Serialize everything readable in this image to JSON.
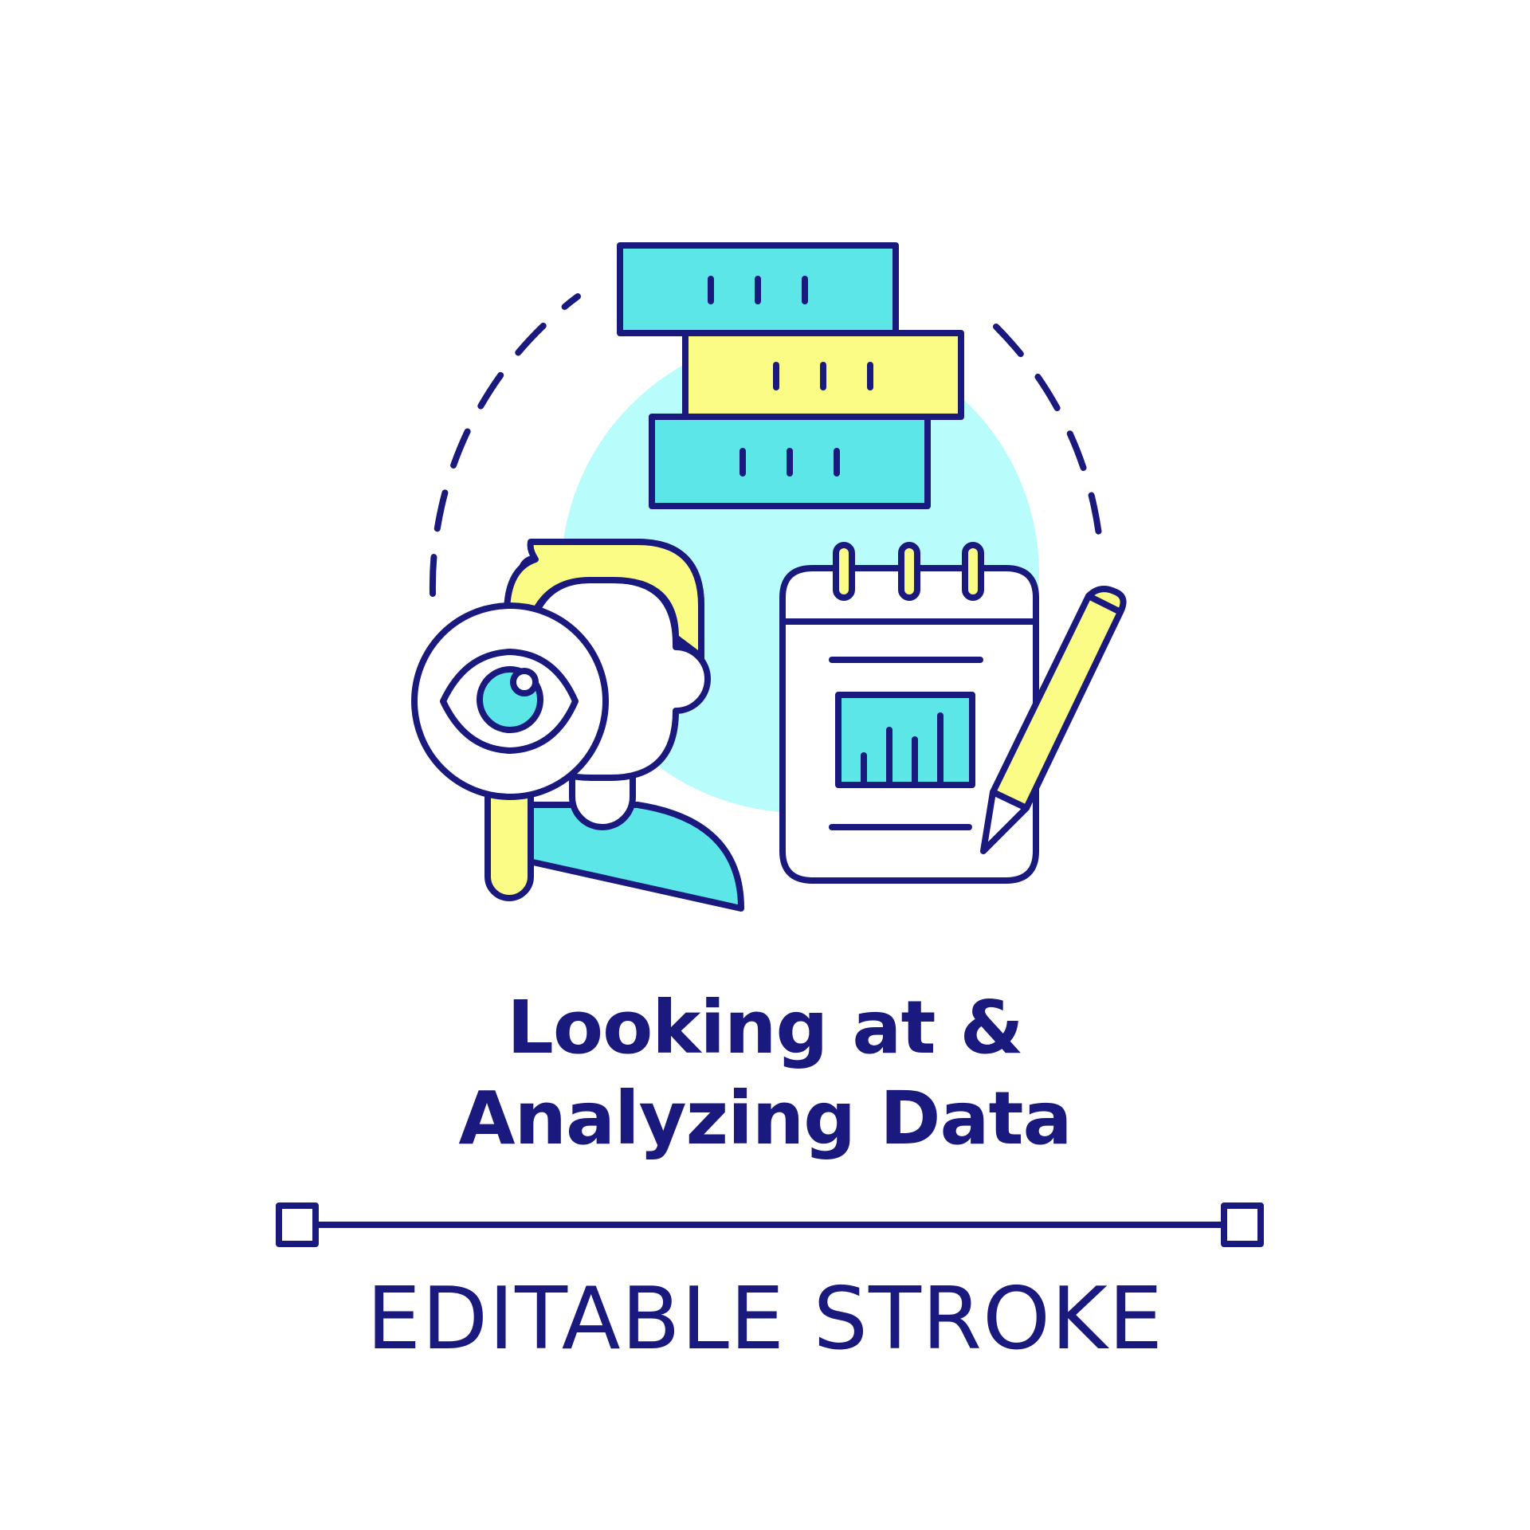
{
  "title": {
    "line1": "Looking at &",
    "line2": "Analyzing Data"
  },
  "caption": "EDITABLE STROKE",
  "colors": {
    "stroke": "#1a1a7e",
    "cyan": "#5ce6e8",
    "light_cyan": "#b8fcfb",
    "yellow": "#fafc85",
    "background": "#ffffff"
  },
  "icons": [
    "stacked-books-icon",
    "magnifying-glass-icon",
    "eye-icon",
    "person-icon",
    "notepad-chart-icon",
    "pencil-icon",
    "stroke-line-icon"
  ]
}
